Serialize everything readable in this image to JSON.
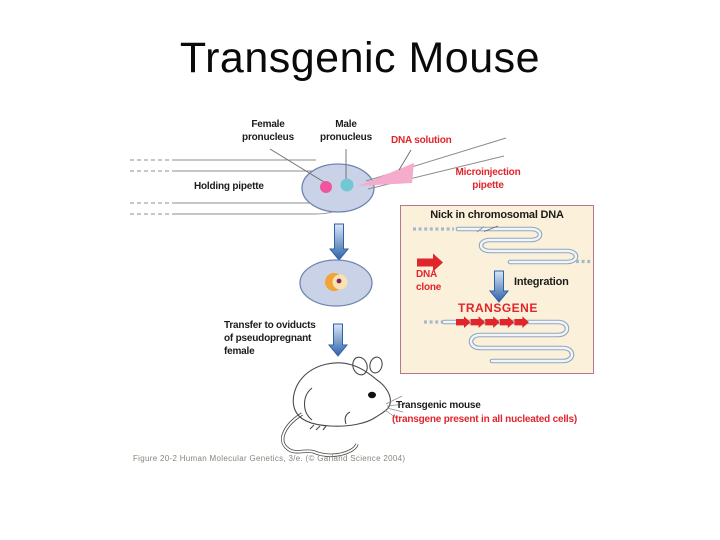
{
  "slide": {
    "title": "Transgenic Mouse"
  },
  "figure": {
    "labels": {
      "female_pronucleus": "Female\npronucleus",
      "male_pronucleus": "Male\npronucleus",
      "dna_solution": "DNA solution",
      "holding_pipette": "Holding pipette",
      "microinjection_pipette": "Microinjection\npipette",
      "transfer_note": "Transfer to oviducts\nof pseudopregnant\nfemale",
      "result_label": "Transgenic mouse",
      "result_note": "(transgene present in all nucleated cells)"
    },
    "inset": {
      "title": "Nick in chromosomal DNA",
      "dna_clone_label": "DNA\nclone",
      "integration_label": "Integration",
      "transgene_label": "TRANSGENE"
    },
    "caption": "Figure 20-2  Human Molecular Genetics, 3/e.  (© Garland Science 2004)"
  },
  "colors": {
    "label-red": "#e0252b",
    "text-black": "#1c1c1c",
    "cell-fill": "#c9d2e7",
    "cell-stroke": "#6e87b0",
    "female-dot": "#f0569f",
    "male-dot": "#72c8d2",
    "pipette-pink": "#f4abcc",
    "inset-bg": "#fbf1da",
    "inset-border": "#b5798c",
    "arrow-blue-light": "#d9e6f4",
    "arrow-blue-dark": "#2e62aa",
    "dna-tube": "#8fa6bd",
    "caption-gray": "#8a847b"
  }
}
